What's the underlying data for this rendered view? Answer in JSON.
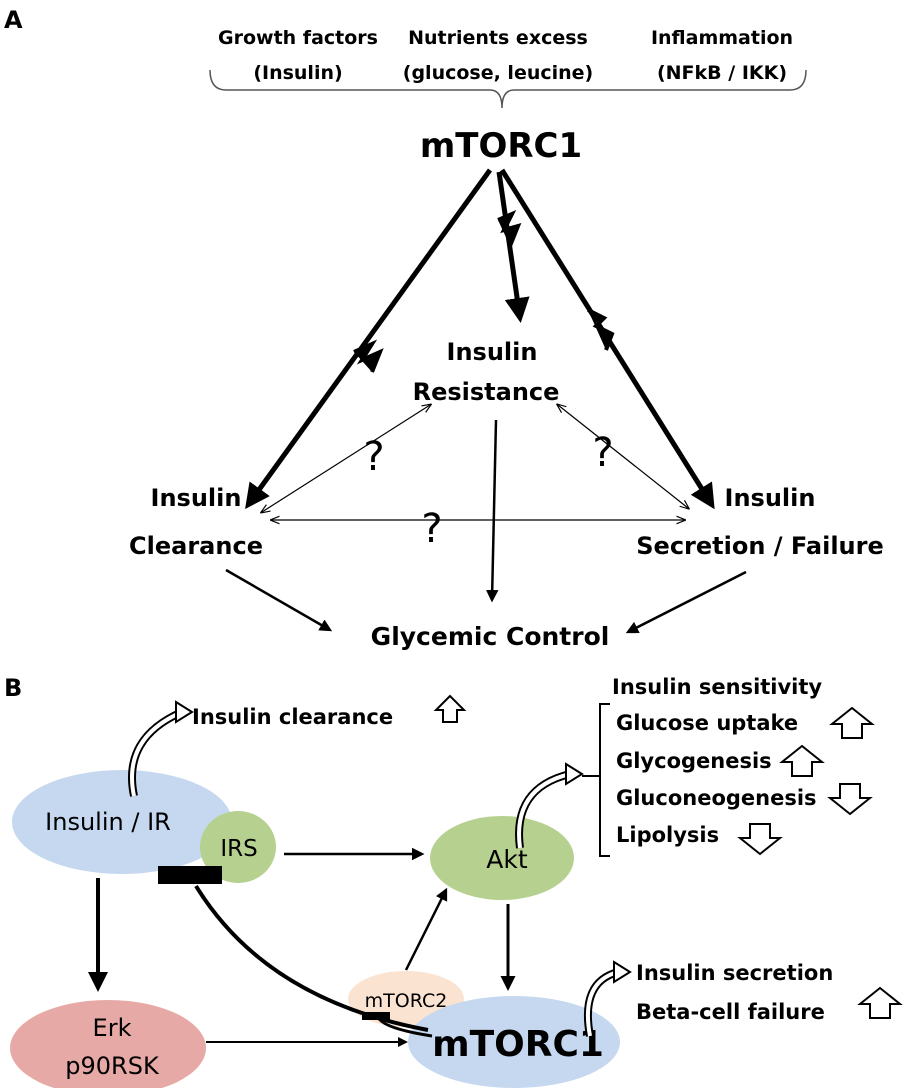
{
  "panel_a": {
    "label": "A",
    "inputs": {
      "growth_factors": [
        "Growth factors",
        "(Insulin)"
      ],
      "nutrients": [
        "Nutrients excess",
        "(glucose, leucine)"
      ],
      "inflammation": [
        "Inflammation",
        "(NFkB / IKK)"
      ]
    },
    "hub": "mTORC1",
    "resistance": [
      "Insulin",
      "Resistance"
    ],
    "clearance": [
      "Insulin",
      "Clearance"
    ],
    "secretion": [
      "Insulin",
      "Secretion / Failure"
    ],
    "question_mark": "?",
    "glycemic": "Glycemic Control"
  },
  "panel_b": {
    "label": "B",
    "insulin_ir": "Insulin / IR",
    "irs": "IRS",
    "akt": "Akt",
    "mtorc2": "mTORC2",
    "mtorc1": "mTORC1",
    "erk": [
      "Erk",
      "p90RSK"
    ],
    "insulin_clearance": "Insulin clearance",
    "insulin_sensitivity": "Insulin sensitivity",
    "akt_effects": [
      "Glucose uptake",
      "Glycogenesis",
      "Gluconeogenesis",
      "Lipolysis"
    ],
    "mtorc1_effects": [
      "Insulin secretion",
      "Beta-cell failure"
    ],
    "colors": {
      "blue_node": "#c6d8ef",
      "green_node": "#b5d08f",
      "pink_node": "#e6a9a6",
      "peach_node": "#fbe3d2"
    }
  }
}
